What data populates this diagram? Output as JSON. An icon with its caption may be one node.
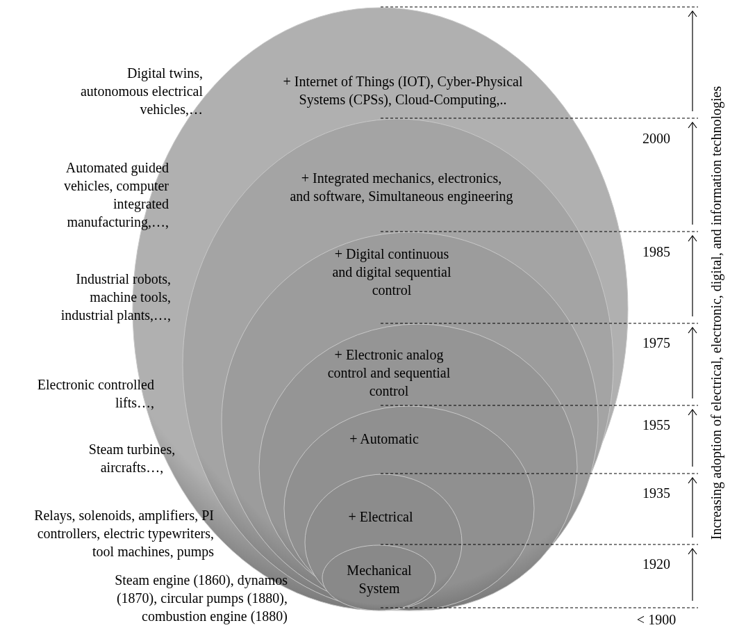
{
  "diagram": {
    "nodes": [
      {
        "text": [
          "+ Internet of Things (IOT), Cyber-Physical Systems (CPSs), Cloud-Computing,.."
        ]
      },
      {
        "text": [
          "+ Integrated mechanics, electronics, and software, Simultaneous engineering"
        ],
        "in": 0
      },
      {
        "text": [
          "+ Digital continuous and digital sequential control"
        ],
        "in": 1
      },
      {
        "text": [
          "+ Electronic analog control and sequential control"
        ],
        "in": 2
      },
      {
        "text": [
          "+ Automatic"
        ],
        "in": 3
      },
      {
        "text": [
          "+ Electrical"
        ],
        "in": 4
      },
      {
        "text": [
          "Mechanical System"
        ],
        "in": 5
      }
    ],
    "labels": [
      "Digital twins, autonomous electrical vehicles,…",
      "2000",
      "Automated guided vehicles, computer integrated manufacturing,…,",
      "1985",
      "Industrial robots, machine tools, industrial plants,…,",
      "1975",
      "Electronic controlled lifts…,",
      "1955",
      "Steam turbines, aircrafts…,",
      "1935",
      "Relays, solenoids, amplifiers, PI controllers, electric typewriters, tool machines, pumps",
      "1920",
      "Steam engine (1860), dynamos (1870), circular pumps (1880), combustion engine (1880)",
      "< 1900",
      "Increasing adoption of electrical, electronic, digital, and information technologies"
    ]
  }
}
